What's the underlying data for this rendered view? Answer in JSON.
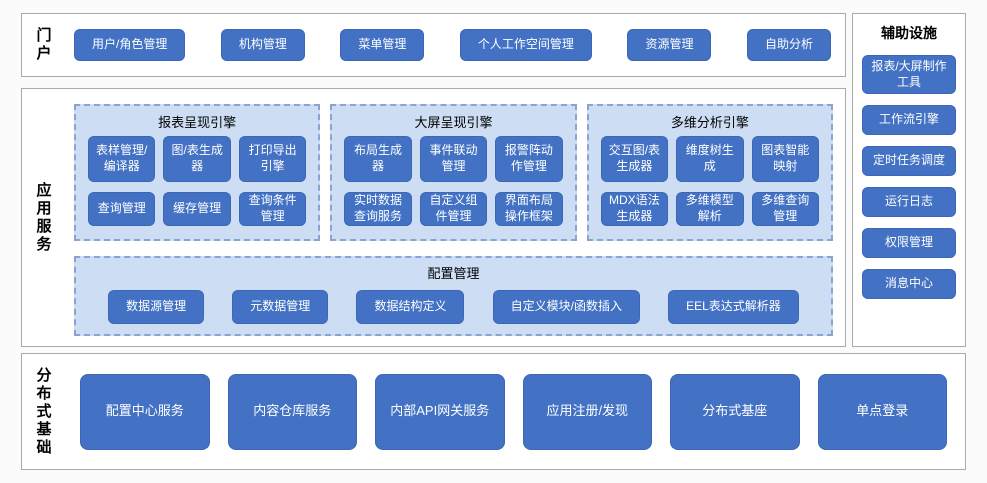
{
  "portal": {
    "label": "门户",
    "items": [
      "用户/角色管理",
      "机构管理",
      "菜单管理",
      "个人工作空间管理",
      "资源管理",
      "自助分析"
    ]
  },
  "services": {
    "label": "应用服务",
    "engines": [
      {
        "title": "报表呈现引擎",
        "rows": [
          [
            "表样管理/编译器",
            "图/表生成器",
            "打印导出引擎"
          ],
          [
            "查询管理",
            "缓存管理",
            "查询条件管理"
          ]
        ]
      },
      {
        "title": "大屏呈现引擎",
        "rows": [
          [
            "布局生成器",
            "事件联动管理",
            "报警阵动作管理"
          ],
          [
            "实时数据查询服务",
            "自定义组件管理",
            "界面布局操作框架"
          ]
        ]
      },
      {
        "title": "多维分析引擎",
        "rows": [
          [
            "交互图/表生成器",
            "维度树生成",
            "图表智能映射"
          ],
          [
            "MDX语法生成器",
            "多维模型解析",
            "多维查询管理"
          ]
        ]
      }
    ],
    "config": {
      "title": "配置管理",
      "items": [
        "数据源管理",
        "元数据管理",
        "数据结构定义",
        "自定义模块/函数插入",
        "EEL表达式解析器"
      ]
    }
  },
  "auxiliary": {
    "title": "辅助设施",
    "items": [
      "报表/大屏制作工具",
      "工作流引擎",
      "定时任务调度",
      "运行日志",
      "权限管理",
      "消息中心"
    ]
  },
  "foundation": {
    "label": "分布式基础",
    "items": [
      "配置中心服务",
      "内容仓库服务",
      "内部API网关服务",
      "应用注册/发现",
      "分布式基座",
      "单点登录"
    ]
  },
  "colors": {
    "button_blue": "#4372c4",
    "panel_light_blue": "#cdddf3",
    "panel_dashed_border": "#8aa4d2",
    "box_border_gray": "#aaaaaa"
  }
}
